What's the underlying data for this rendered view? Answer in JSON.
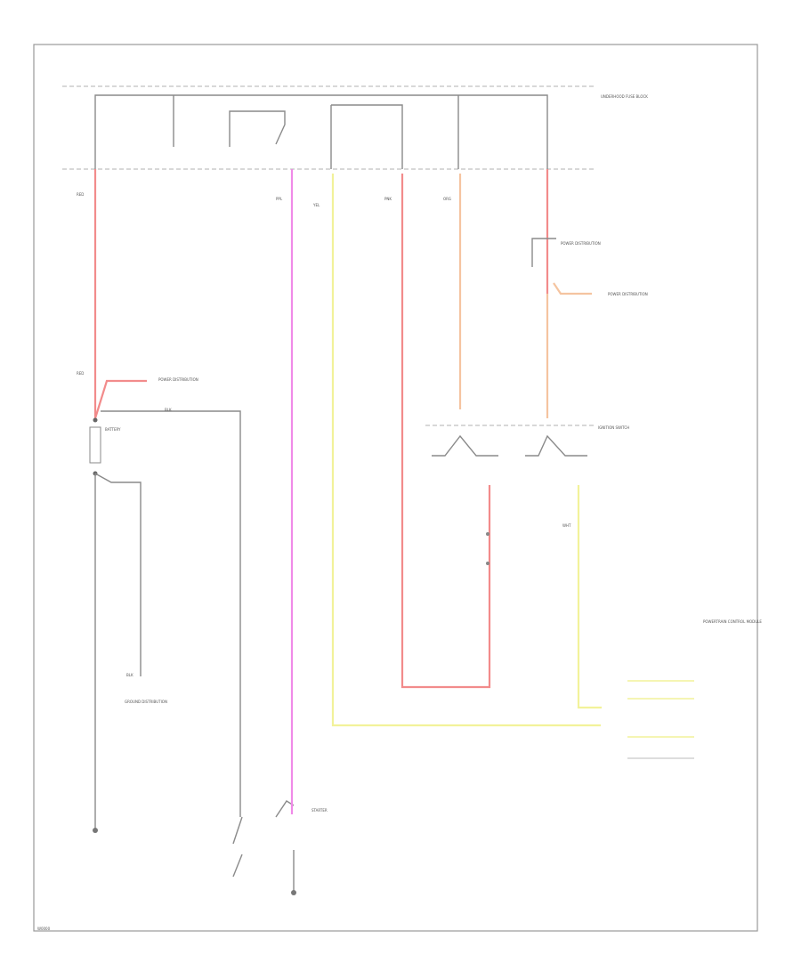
{
  "labels": {
    "underhood_fuse_block": "UNDERHOOD FUSE BLOCK",
    "battery": "BATTERY",
    "powertrain_control_module": "POWERTRAIN CONTROL MODULE",
    "starter": "STARTER",
    "ignition_switch": "IGNITION SWITCH",
    "power_distribution": "POWER DISTRIBUTION",
    "fuse_power_distribution": "POWER DISTRIBUTION",
    "fuse_power_distribution_2": "POWER DISTRIBUTION",
    "ground_distribution": "GROUND DISTRIBUTION",
    "red_1": "RED",
    "red_2": "RED",
    "blk_1": "BLK",
    "blk_2": "BLK",
    "ppl": "PPL",
    "yel": "YEL",
    "wht": "WHT",
    "org": "ORG",
    "pnk": "PNK",
    "fig_id": "W0000"
  },
  "colors": {
    "red_wire": "#f28b8b",
    "pink_wire": "#f08ae8",
    "yellow_wire": "#f2f29a",
    "orange_wire": "#f5c4a0",
    "black_wire": "#8a8a8a",
    "frame": "#999999"
  }
}
